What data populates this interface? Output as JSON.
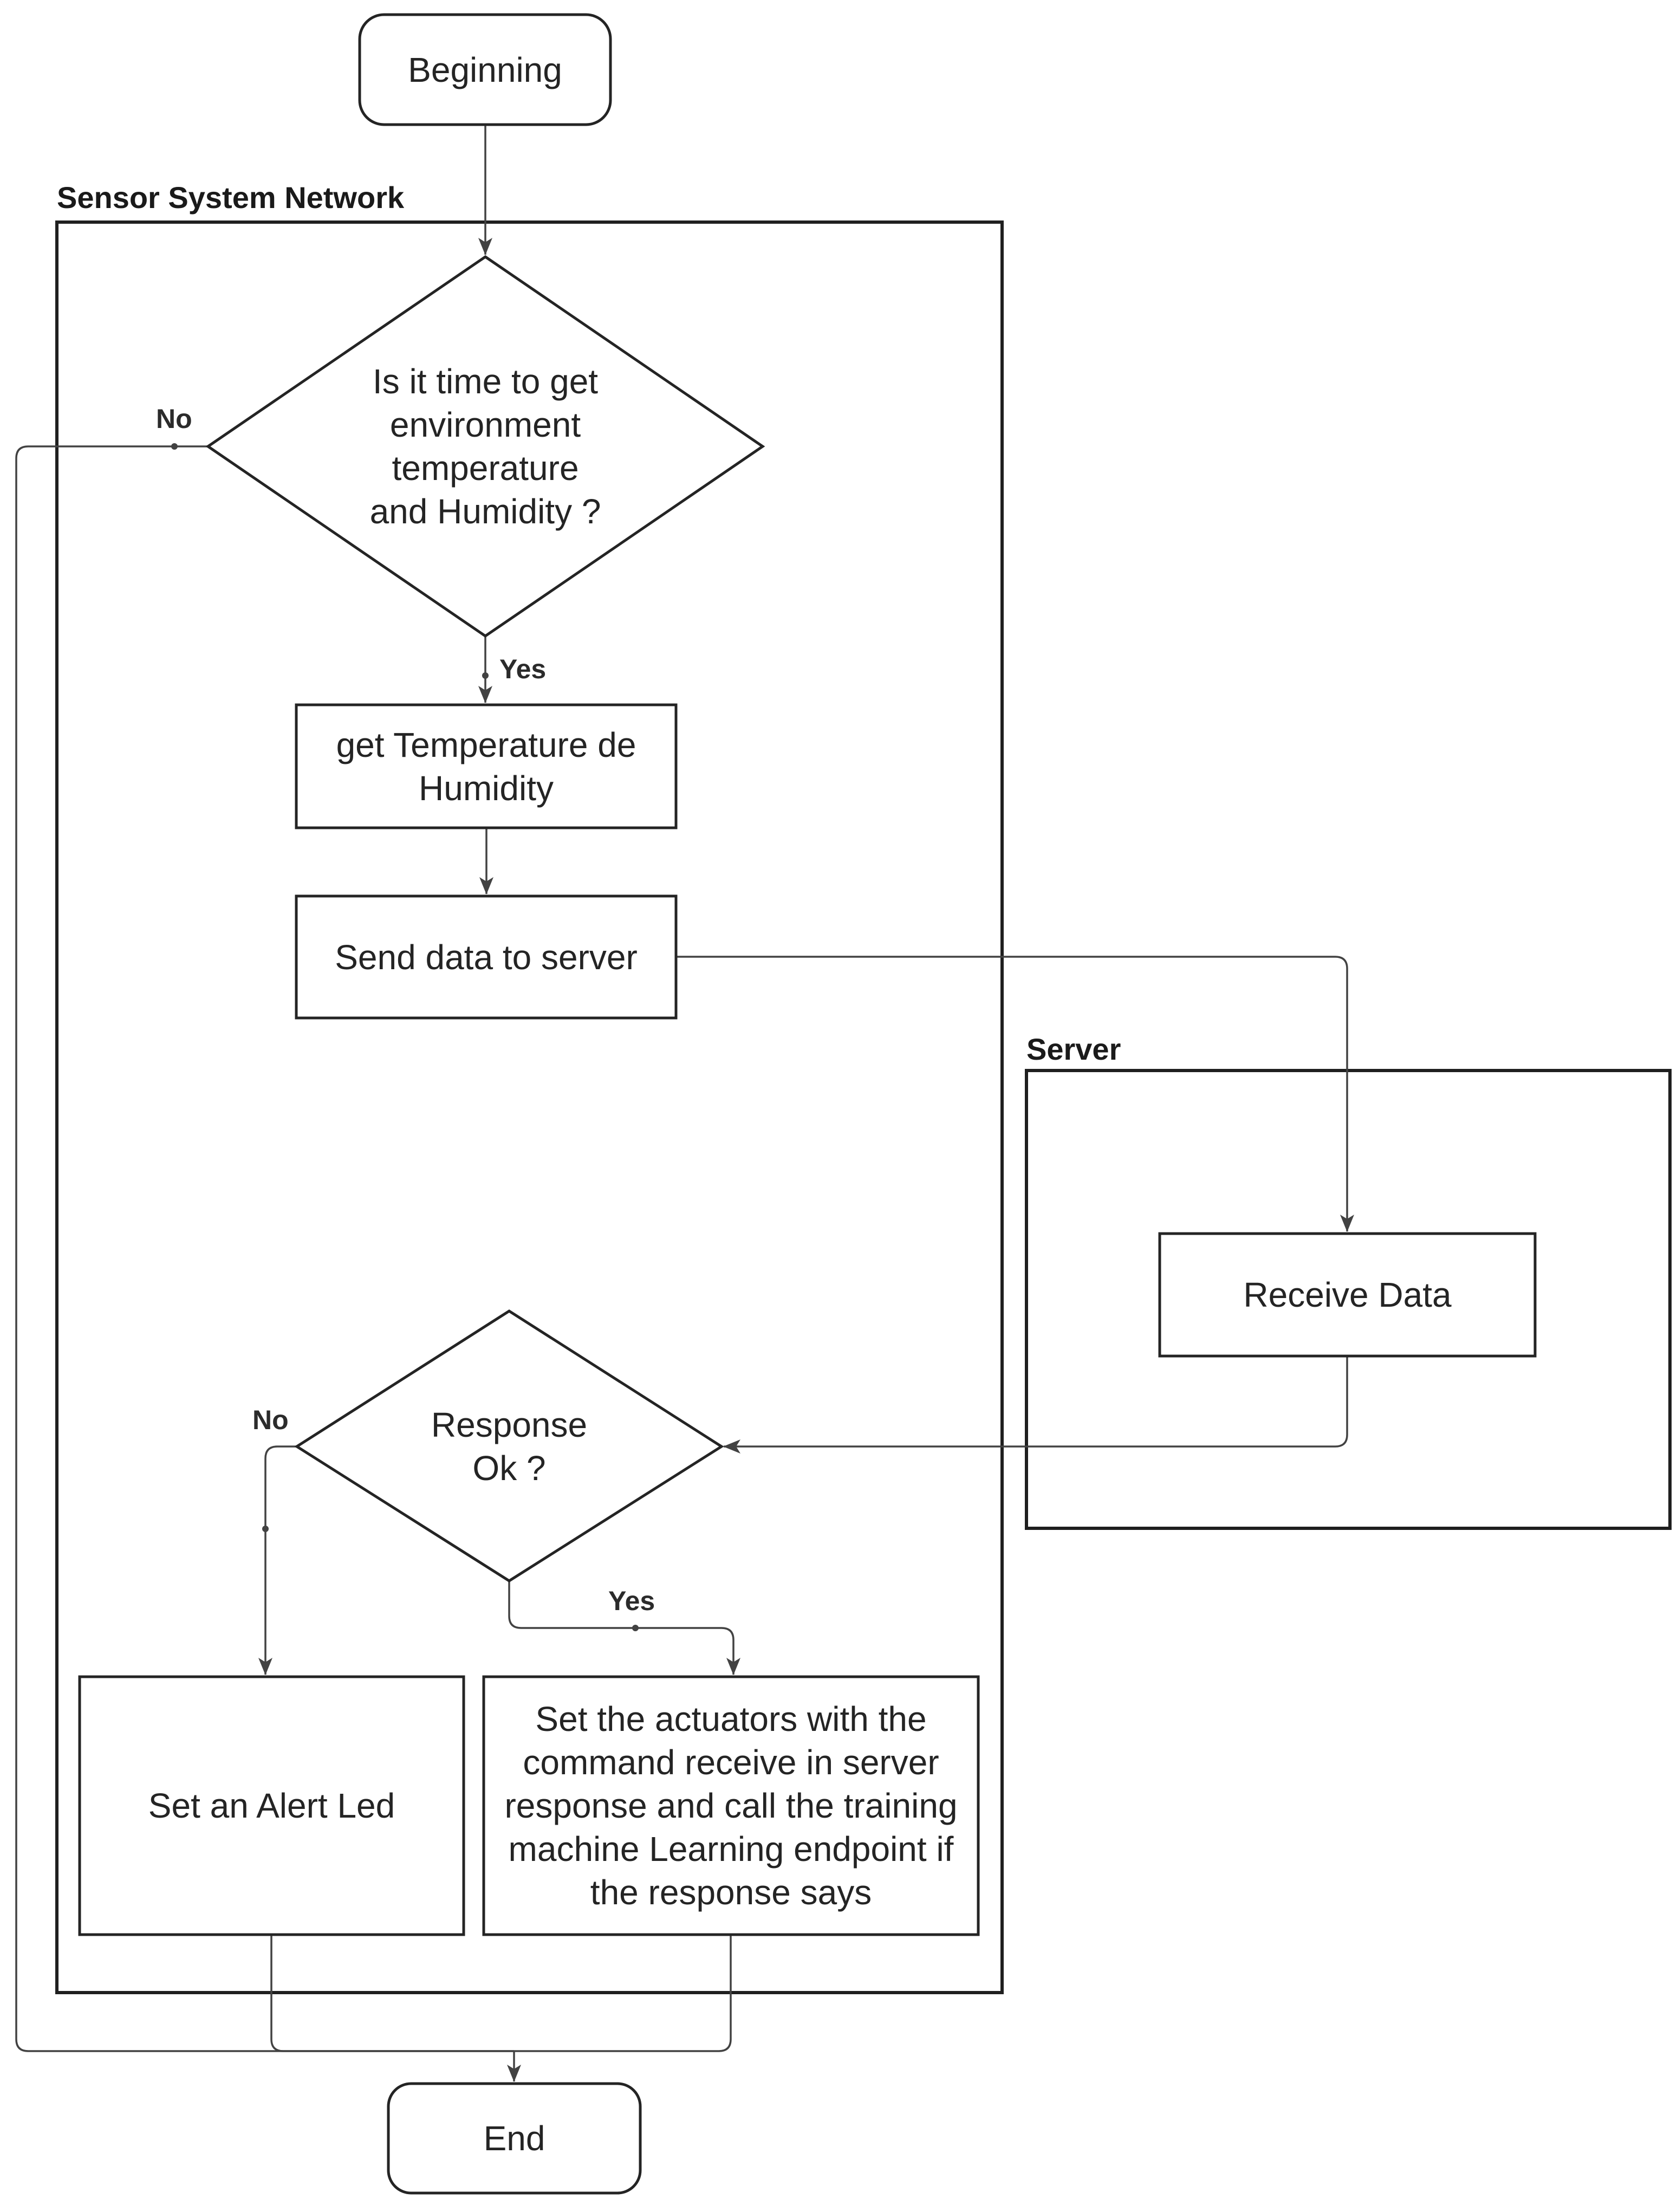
{
  "diagram": {
    "type": "flowchart",
    "background": "#ffffff",
    "colors": {
      "shape_stroke": "#242424",
      "connector_stroke": "#424242",
      "text": "#242424",
      "fill": "#ffffff"
    },
    "containers": {
      "sensor_network": {
        "label": "Sensor System Network"
      },
      "server": {
        "label": "Server"
      }
    },
    "nodes": {
      "beginning": {
        "label": "Beginning",
        "shape": "rounded"
      },
      "decision_time": {
        "label": "Is it time to get\nenvironment\ntemperature\nand Humidity ?",
        "shape": "diamond"
      },
      "get_temperature": {
        "label": "get Temperature de\nHumidity",
        "shape": "rect"
      },
      "send_data": {
        "label": "Send data to server",
        "shape": "rect"
      },
      "receive_data": {
        "label": "Receive Data",
        "shape": "rect"
      },
      "decision_response": {
        "label": "Response\nOk ?",
        "shape": "diamond"
      },
      "set_alert_led": {
        "label": "Set an Alert Led",
        "shape": "rect"
      },
      "set_actuators": {
        "label": "Set the actuators with the\ncommand receive in server\nresponse and call the training\nmachine Learning endpoint if\nthe response says",
        "shape": "rect"
      },
      "end": {
        "label": "End",
        "shape": "rounded"
      }
    },
    "edge_labels": {
      "time_no": {
        "label": "No"
      },
      "time_yes": {
        "label": "Yes"
      },
      "response_no": {
        "label": "No"
      },
      "response_yes": {
        "label": "Yes"
      }
    }
  }
}
